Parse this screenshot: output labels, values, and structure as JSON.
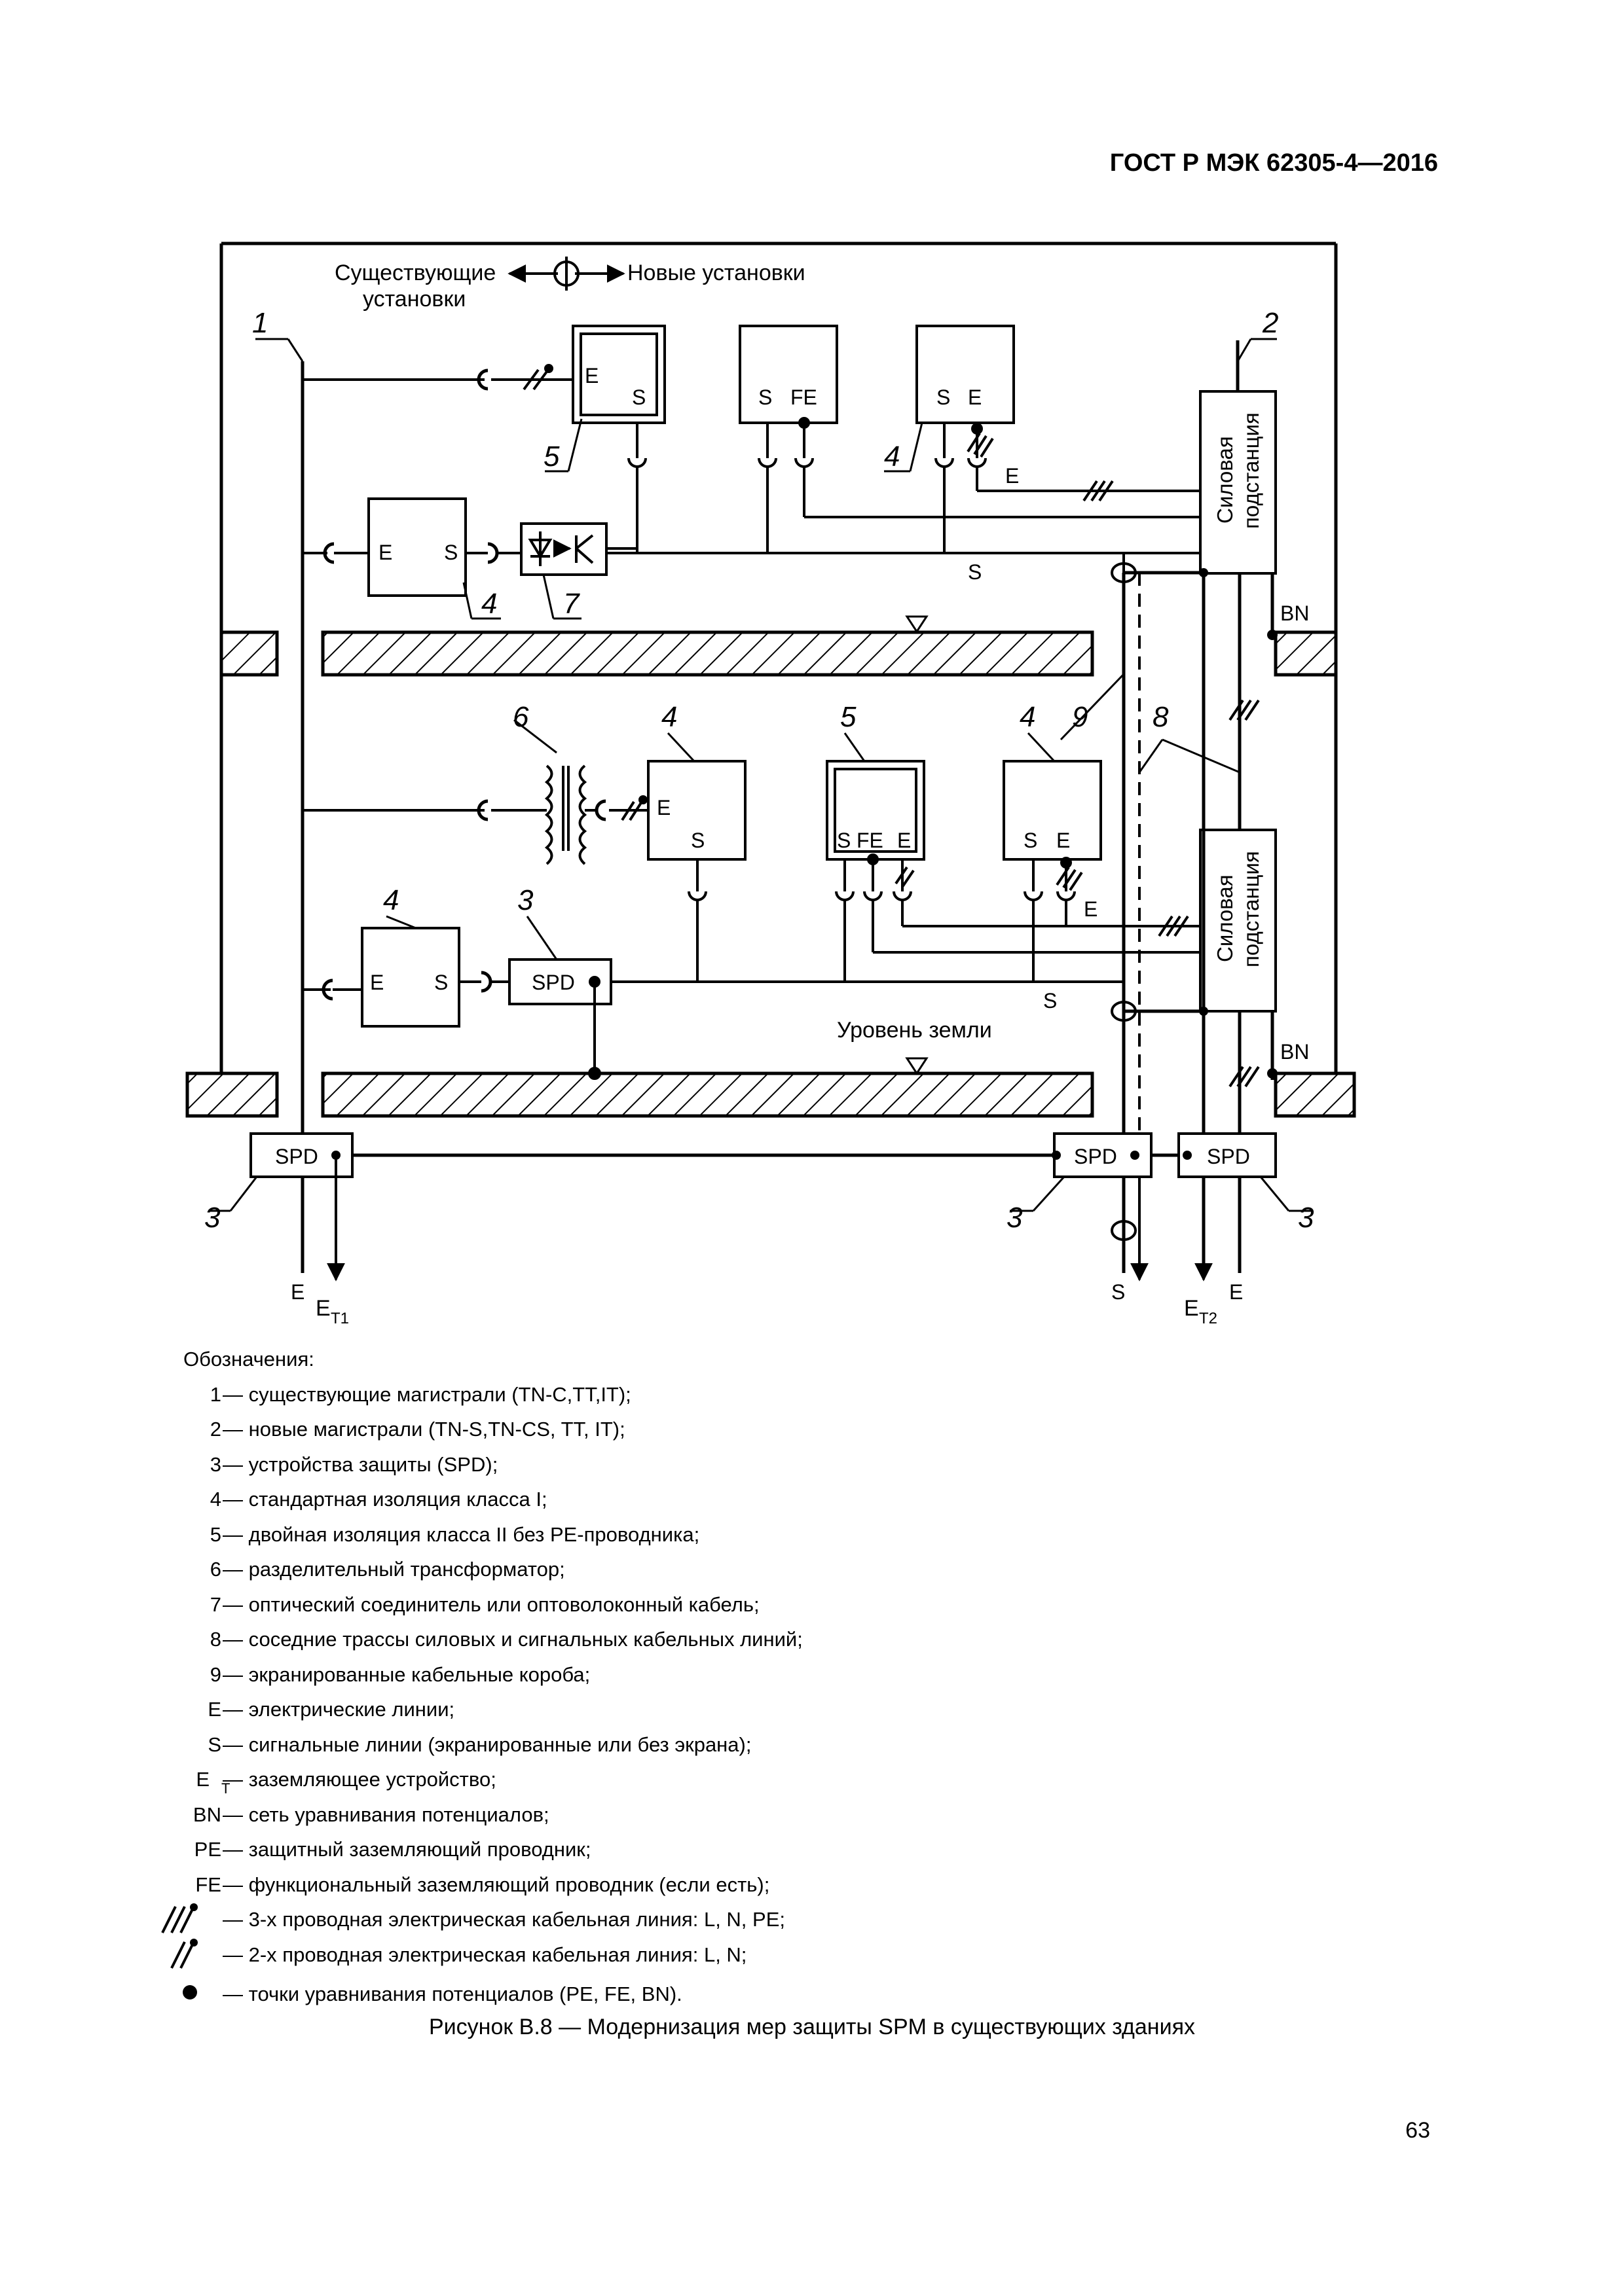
{
  "header": {
    "standard": "ГОСТ Р МЭК 62305-4—2016"
  },
  "diagram": {
    "existing_label_1": "Существующие",
    "existing_label_2": "установки",
    "new_label": "Новые установки",
    "substation_label_1": "Силовая",
    "substation_label_2": "подстанция",
    "ground_level": "Уровень земли",
    "spd": "SPD",
    "e": "E",
    "s": "S",
    "fe": "FE",
    "bn": "BN",
    "et1_main": "E",
    "et1_sub": "T1",
    "et2_main": "E",
    "et2_sub": "T2",
    "callout_1": "1",
    "callout_2": "2",
    "callout_3": "3",
    "callout_4": "4",
    "callout_5": "5",
    "callout_6": "6",
    "callout_7": "7",
    "callout_8": "8",
    "callout_9": "9"
  },
  "legend": {
    "title": "Обозначения:",
    "items": [
      {
        "key": "1",
        "text": "— существующие магистрали (TN-C,TT,IT);"
      },
      {
        "key": "2",
        "text": "— новые магистрали (TN-S,TN-CS, TT, IT);"
      },
      {
        "key": "3",
        "text": "— устройства защиты (SPD);"
      },
      {
        "key": "4",
        "text": "— стандартная изоляция класса I;"
      },
      {
        "key": "5",
        "text": "— двойная изоляция класса II без PE-проводника;"
      },
      {
        "key": "6",
        "text": "— разделительный трансформатор;"
      },
      {
        "key": "7",
        "text": "— оптический соединитель или оптоволоконный кабель;"
      },
      {
        "key": "8",
        "text": "— соседние трассы силовых и сигнальных кабельных линий;"
      },
      {
        "key": "9",
        "text": "— экранированные кабельные короба;"
      },
      {
        "key": "E",
        "text": "— электрические линии;"
      },
      {
        "key": "S",
        "text": "— сигнальные линии (экранированные или без экрана);"
      },
      {
        "key": "E",
        "key_sub": "T",
        "text": "— заземляющее устройство;"
      },
      {
        "key": "BN",
        "text": "— сеть уравнивания потенциалов;"
      },
      {
        "key": "PE",
        "text": "— защитный заземляющий проводник;"
      },
      {
        "key": "FE",
        "text": "— функциональный заземляющий проводник (если есть);"
      }
    ],
    "symbol_3wire": "— 3-х проводная электрическая кабельная линия: L, N, PE;",
    "symbol_2wire": "— 2-х проводная электрическая кабельная линия: L, N;",
    "symbol_dot": "— точки уравнивания потенциалов (PE, FE, BN)."
  },
  "caption": "Рисунок В.8 — Модернизация мер защиты SPM в существующих зданиях",
  "page_number": "63"
}
